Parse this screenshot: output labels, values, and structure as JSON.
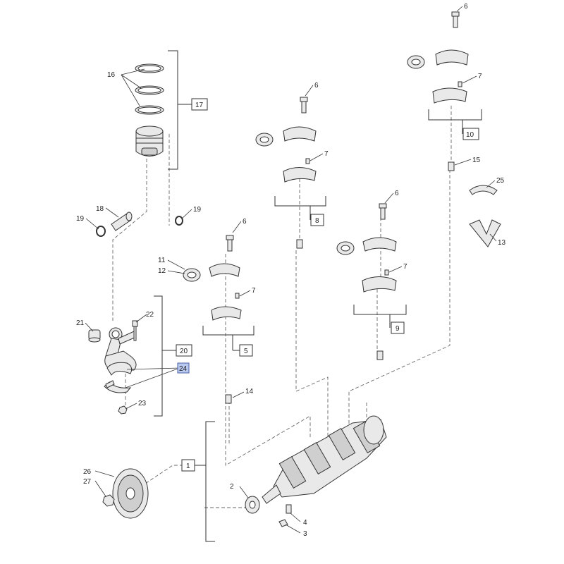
{
  "colors": {
    "line": "#333333",
    "fill": "#e9e9e9",
    "highlight": "#b9c8ef"
  },
  "diagram": {
    "callouts": {
      "c1": "1",
      "c2": "2",
      "c3": "3",
      "c4": "4",
      "c5": "5",
      "c6a": "6",
      "c6b": "6",
      "c6c": "6",
      "c6d": "6",
      "c7a": "7",
      "c7b": "7",
      "c7c": "7",
      "c7d": "7",
      "c8": "8",
      "c9": "9",
      "c10": "10",
      "c11": "11",
      "c12": "12",
      "c13": "13",
      "c14": "14",
      "c15": "15",
      "c16": "16",
      "c17": "17",
      "c18": "18",
      "c19a": "19",
      "c19b": "19",
      "c20": "20",
      "c21": "21",
      "c22": "22",
      "c23": "23",
      "c24": "24",
      "c25": "25",
      "c26": "26",
      "c27": "27"
    }
  }
}
